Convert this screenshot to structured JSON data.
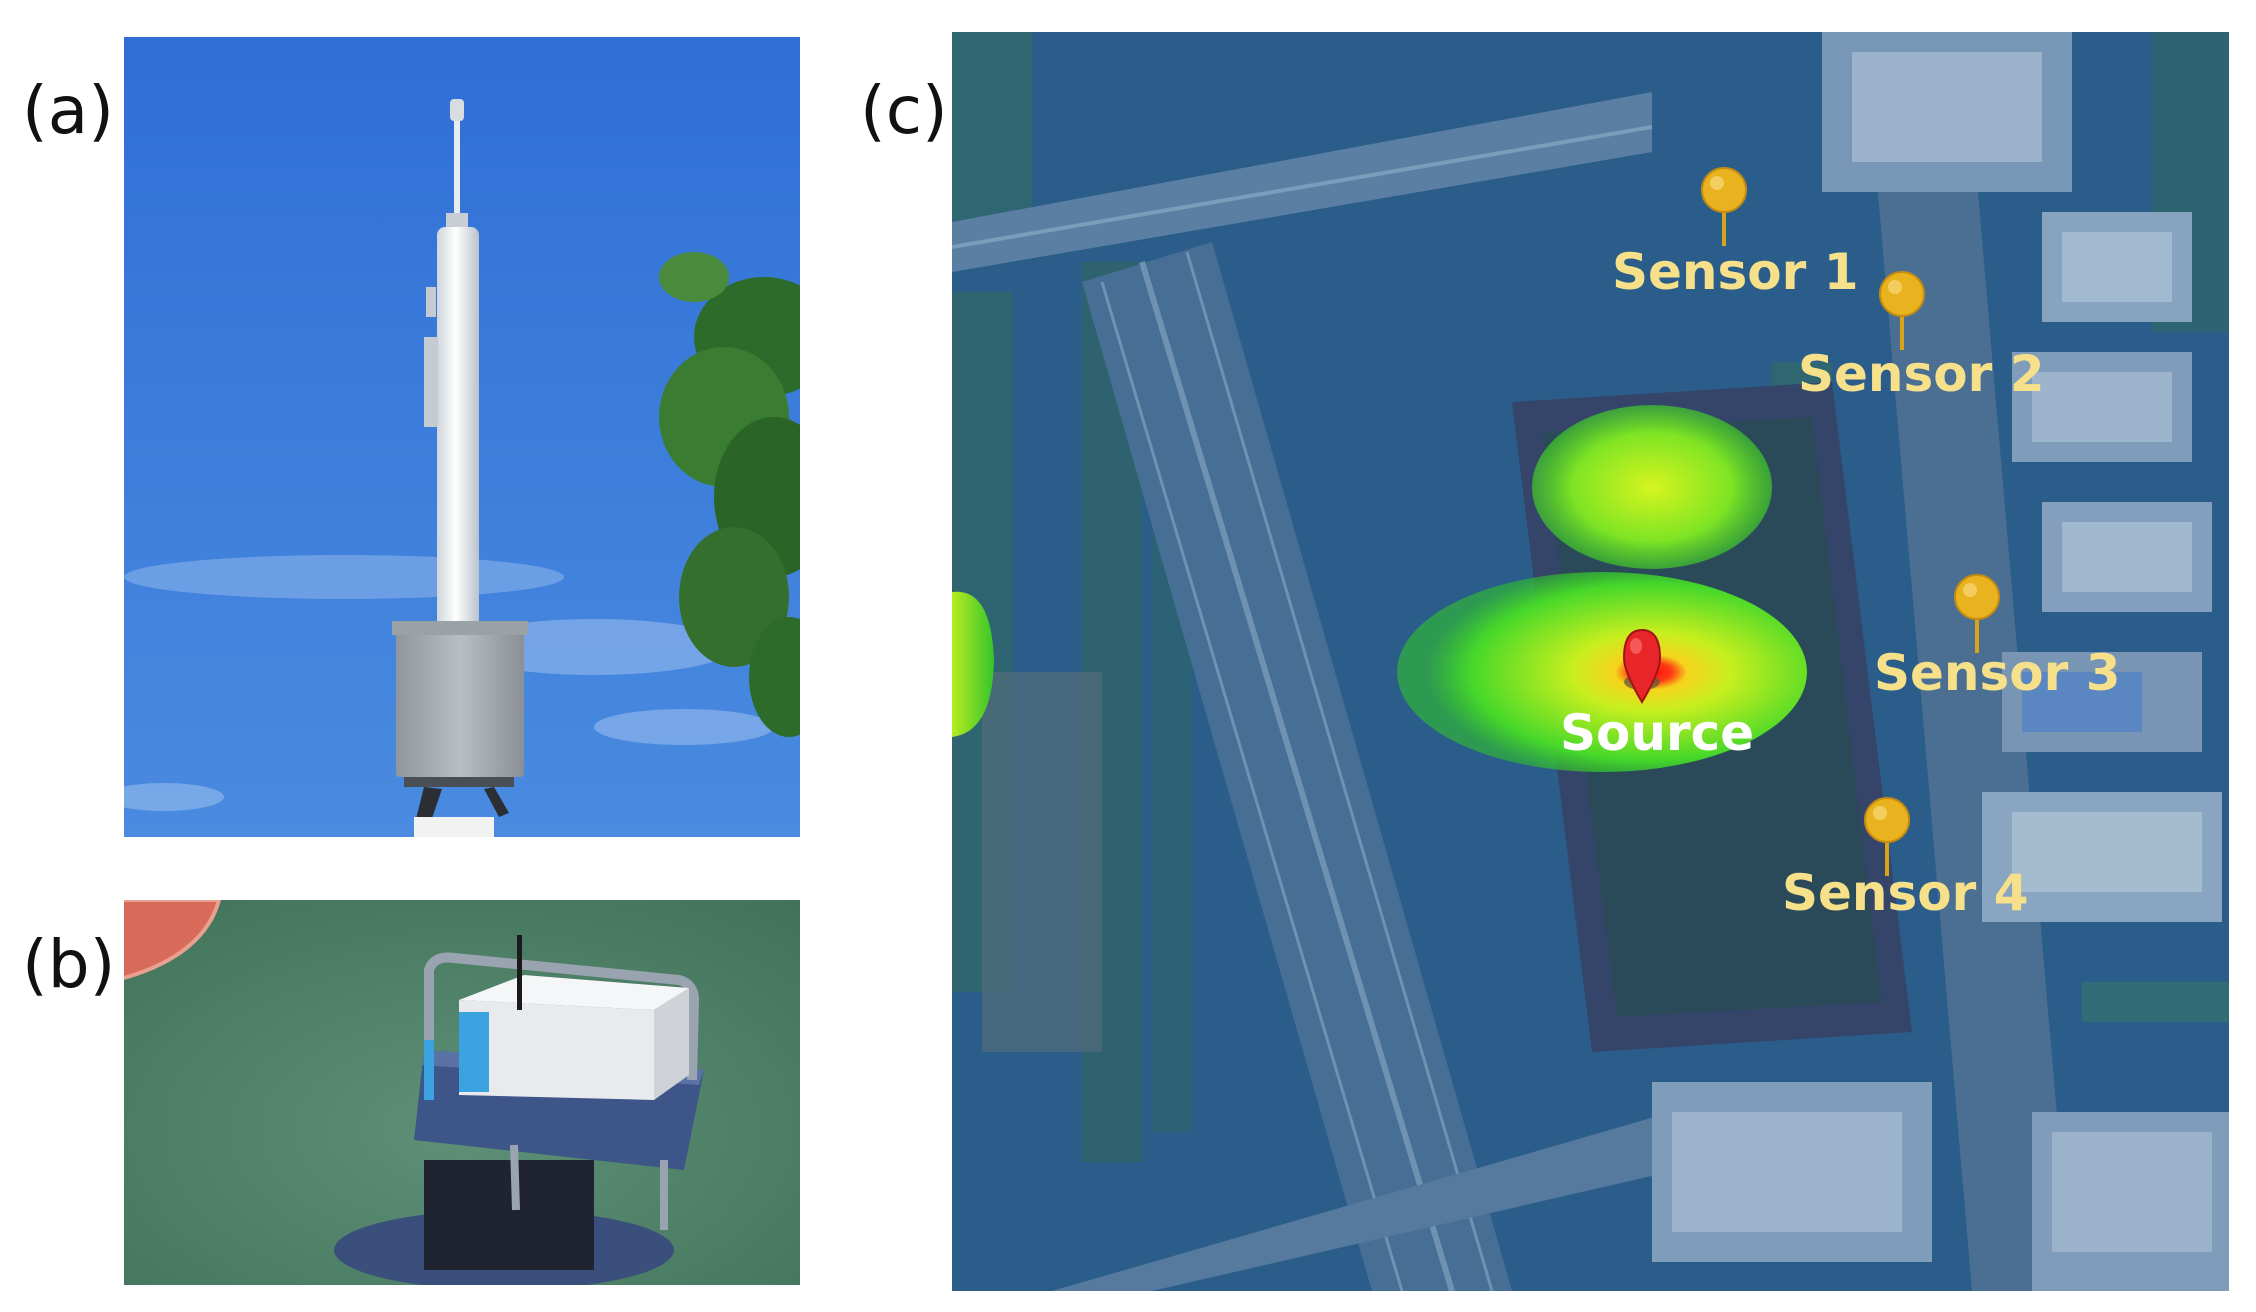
{
  "panels": {
    "a": {
      "label": "(a)"
    },
    "b": {
      "label": "(b)"
    },
    "c": {
      "label": "(c)"
    }
  },
  "map": {
    "source_label": "Source",
    "sensors": [
      {
        "id": 1,
        "label": "Sensor 1"
      },
      {
        "id": 2,
        "label": "Sensor 2"
      },
      {
        "id": 3,
        "label": "Sensor 3"
      },
      {
        "id": 4,
        "label": "Sensor 4"
      }
    ],
    "colors": {
      "sensor_pin": "#e9b21f",
      "sensor_text": "#f7e08a",
      "source_pin": "#e8262a",
      "source_text": "#ffffff",
      "heat_low": "#2fd12b",
      "heat_mid": "#d6f51e",
      "heat_high": "#ff1010",
      "map_tint": "#2a5f8f"
    }
  }
}
